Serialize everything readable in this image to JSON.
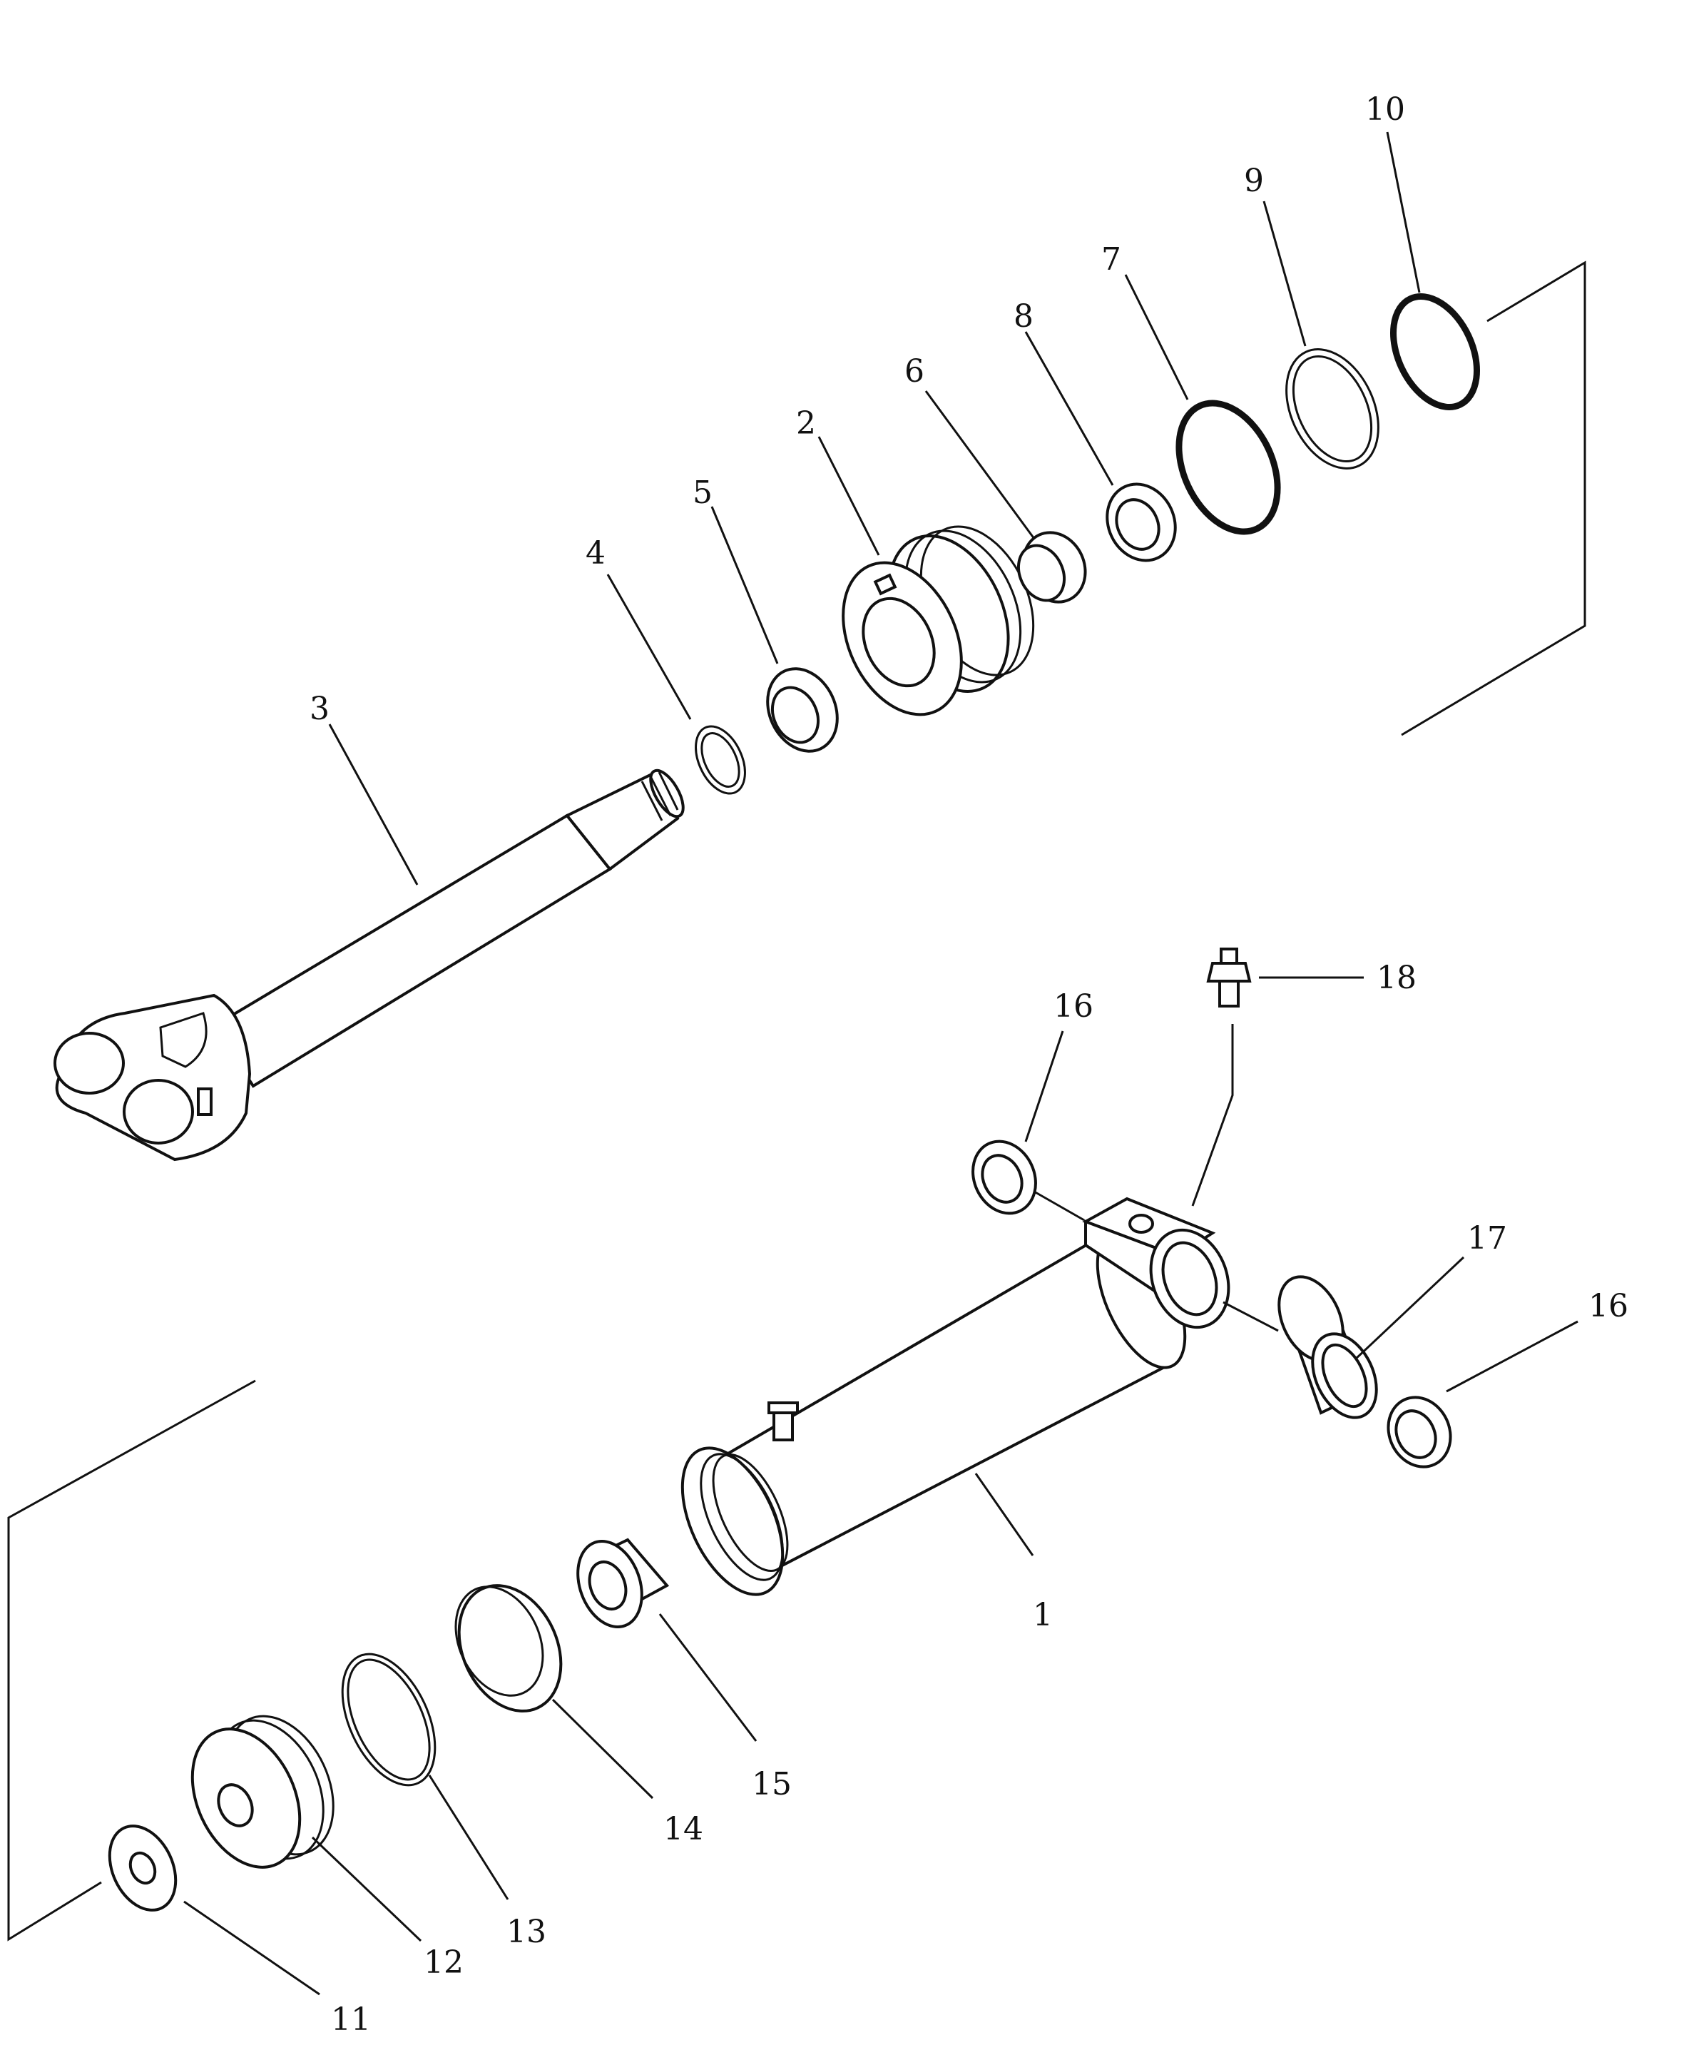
{
  "diagram": {
    "labels": {
      "p1": "1",
      "p2": "2",
      "p3": "3",
      "p4": "4",
      "p5": "5",
      "p6": "6",
      "p7": "7",
      "p8": "8",
      "p9": "9",
      "p10": "10",
      "p11": "11",
      "p12": "12",
      "p13": "13",
      "p14": "14",
      "p15": "15",
      "p16a": "16",
      "p16b": "16",
      "p17": "17",
      "p18": "18"
    }
  }
}
